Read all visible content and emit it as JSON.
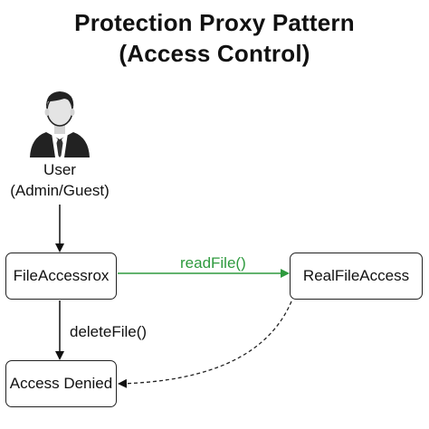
{
  "title": {
    "line1": "Protection Proxy Pattern",
    "line2": "(Access Control)"
  },
  "user": {
    "icon": "businessman-avatar-icon",
    "label": "User",
    "role": "(Admin/Guest)"
  },
  "nodes": {
    "proxy": "FileAccessrox",
    "real": "RealFileAccess",
    "denied": "Access Denied"
  },
  "edges": {
    "read_label": "readFile()",
    "delete_label": "deleteFile()"
  },
  "colors": {
    "read_edge": "#2e9a3e",
    "text": "#111111",
    "border": "#222222"
  }
}
